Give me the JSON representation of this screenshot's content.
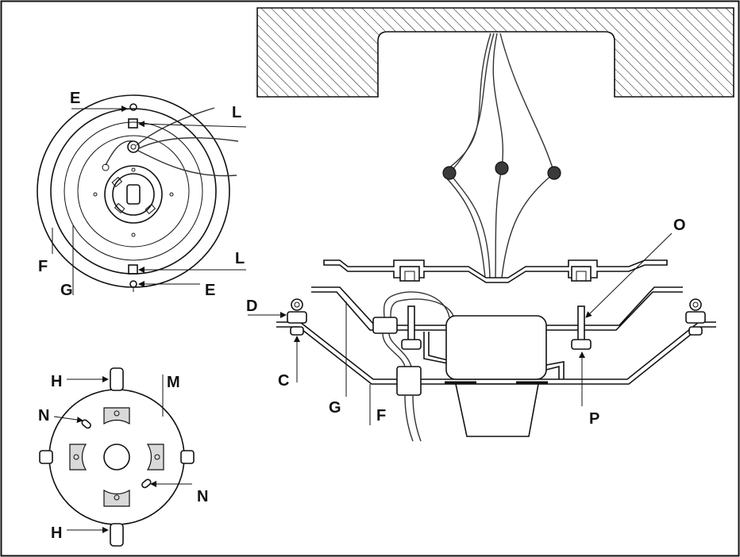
{
  "labels": {
    "E_top": "E",
    "L_top": "L",
    "F_left": "F",
    "G_left": "G",
    "L_bottom": "L",
    "E_bottom": "E",
    "H_top": "H",
    "M": "M",
    "N_left": "N",
    "N_right": "N",
    "H_bottom": "H",
    "O": "O",
    "D": "D",
    "C": "C",
    "G_right": "G",
    "F_right": "F",
    "P": "P"
  },
  "colors": {
    "line": "#111111",
    "connector": "#3a3a3a",
    "background": "#ffffff"
  }
}
